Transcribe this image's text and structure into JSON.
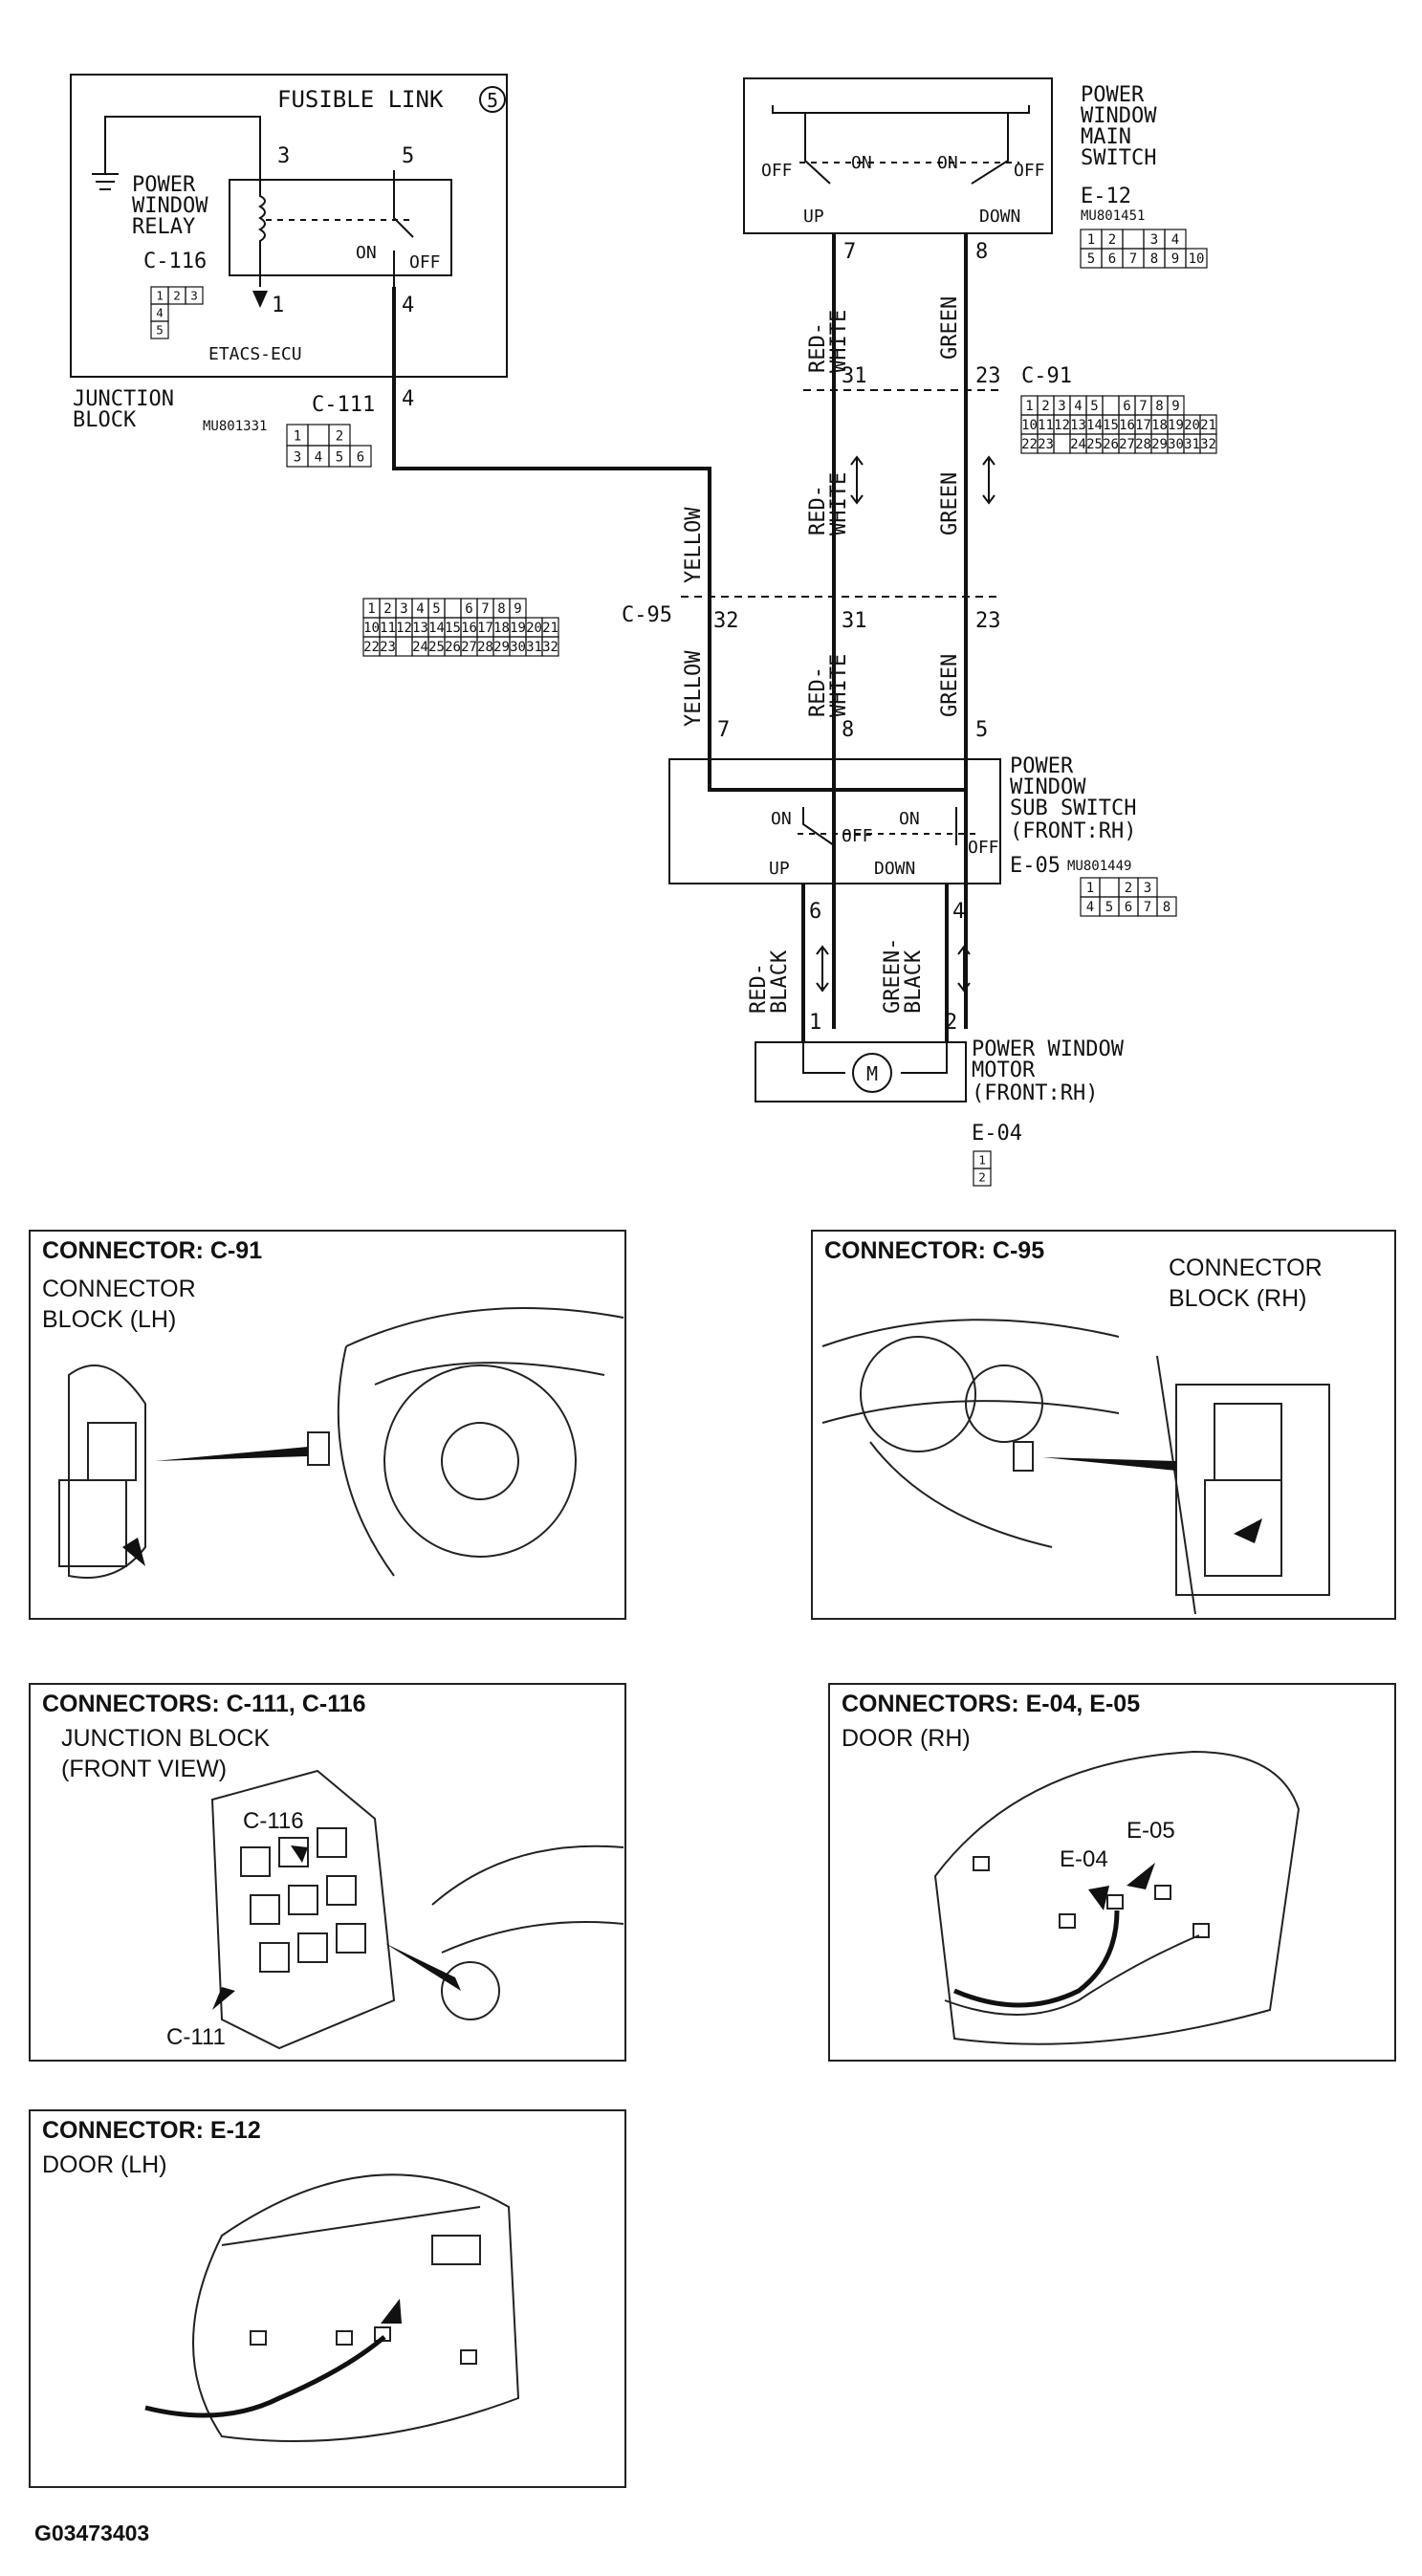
{
  "schematic": {
    "fusible_link": "FUSIBLE LINK",
    "fusible_link_num": "5",
    "relay": [
      "POWER",
      "WINDOW",
      "RELAY"
    ],
    "relay_conn": "C-116",
    "etacs": "ETACS-ECU",
    "junction_block": [
      "JUNCTION",
      "BLOCK"
    ],
    "jb_part": "MU801331",
    "c111": "C-111",
    "main_switch": [
      "POWER",
      "WINDOW",
      "MAIN",
      "SWITCH"
    ],
    "main_conn": "E-12",
    "main_part": "MU801451",
    "c91": "C-91",
    "c95": "C-95",
    "sub_switch": [
      "POWER",
      "WINDOW",
      "SUB SWITCH",
      "(FRONT:RH)"
    ],
    "sub_conn": "E-05",
    "sub_part": "MU801449",
    "motor": [
      "POWER WINDOW",
      "MOTOR",
      "(FRONT:RH)"
    ],
    "motor_conn": "E-04",
    "motor_symbol": "M",
    "on": "ON",
    "off": "OFF",
    "up": "UP",
    "down": "DOWN",
    "wire_red_white": [
      "RED-",
      "WHITE"
    ],
    "wire_green": "GREEN",
    "wire_yellow": "YELLOW",
    "wire_red_black": [
      "RED-",
      "BLACK"
    ],
    "wire_green_black": [
      "GREEN-",
      "BLACK"
    ],
    "pins": {
      "p3": "3",
      "p5": "5",
      "p1": "1",
      "p4": "4",
      "p4b": "4",
      "p7a": "7",
      "p8a": "8",
      "p31a": "31",
      "p23a": "23",
      "p32": "32",
      "p31b": "31",
      "p23b": "23",
      "p7b": "7",
      "p8b": "8",
      "p5b": "5",
      "p6": "6",
      "p4c": "4",
      "p1b": "1",
      "p2": "2"
    },
    "grids": {
      "c116": [
        [
          "1",
          "2",
          "3"
        ],
        [
          "4"
        ],
        [
          "5"
        ]
      ],
      "c111": [
        [
          "1",
          "",
          "2"
        ],
        [
          "3",
          "4",
          "5",
          "6"
        ]
      ],
      "e12": [
        [
          "1",
          "2",
          "",
          "3",
          "4"
        ],
        [
          "5",
          "6",
          "7",
          "8",
          "9",
          "10"
        ]
      ],
      "c91": [
        [
          "1",
          "2",
          "3",
          "4",
          "5",
          "",
          "6",
          "7",
          "8",
          "9"
        ],
        [
          "10",
          "11",
          "12",
          "13",
          "14",
          "15",
          "16",
          "17",
          "18",
          "19",
          "20",
          "21"
        ],
        [
          "22",
          "23",
          "",
          "24",
          "25",
          "26",
          "27",
          "28",
          "29",
          "30",
          "31",
          "32"
        ]
      ],
      "c95": [
        [
          "1",
          "2",
          "3",
          "4",
          "5",
          "",
          "6",
          "7",
          "8",
          "9"
        ],
        [
          "10",
          "11",
          "12",
          "13",
          "14",
          "15",
          "16",
          "17",
          "18",
          "19",
          "20",
          "21"
        ],
        [
          "22",
          "23",
          "",
          "24",
          "25",
          "26",
          "27",
          "28",
          "29",
          "30",
          "31",
          "32"
        ]
      ],
      "e05": [
        [
          "1",
          "",
          "2",
          "3"
        ],
        [
          "4",
          "5",
          "6",
          "7",
          "8"
        ]
      ],
      "e04": [
        [
          "1"
        ],
        [
          "2"
        ]
      ]
    }
  },
  "panels": {
    "c91": {
      "title": "CONNECTOR: C-91",
      "sub": [
        "CONNECTOR",
        "BLOCK (LH)"
      ]
    },
    "c95": {
      "title": "CONNECTOR: C-95",
      "sub": [
        "CONNECTOR",
        "BLOCK (RH)"
      ]
    },
    "c111": {
      "title": "CONNECTORS: C-111, C-116",
      "sub": [
        "JUNCTION BLOCK",
        "(FRONT VIEW)"
      ],
      "call_c116": "C-116",
      "call_c111": "C-111"
    },
    "e04": {
      "title": "CONNECTORS: E-04, E-05",
      "sub": [
        "DOOR (RH)"
      ],
      "call_e04": "E-04",
      "call_e05": "E-05"
    },
    "e12": {
      "title": "CONNECTOR: E-12",
      "sub": [
        "DOOR (LH)"
      ]
    }
  },
  "figure_code": "G03473403"
}
